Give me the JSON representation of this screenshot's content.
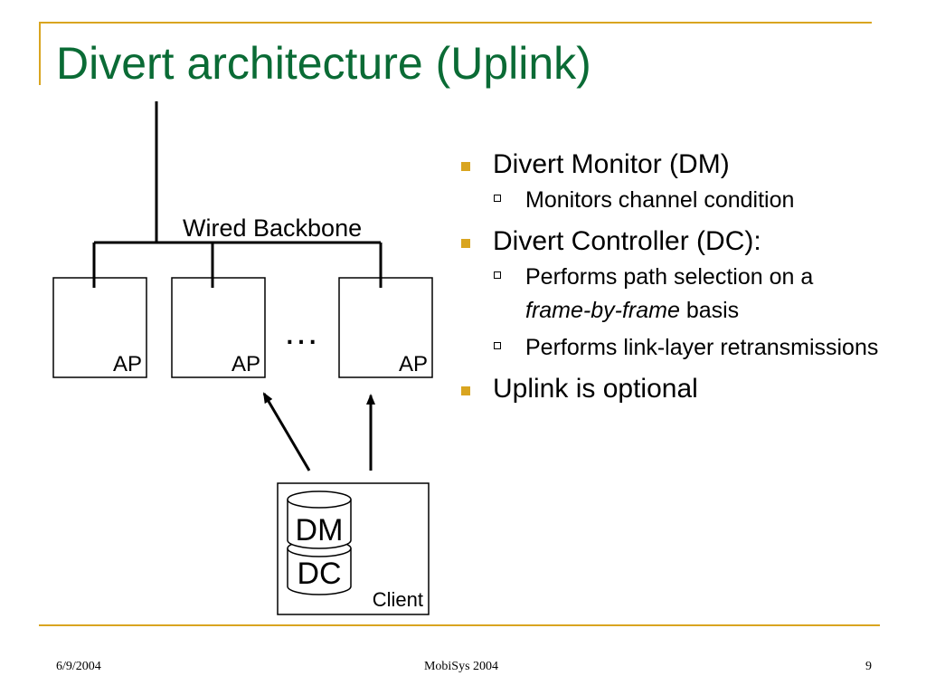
{
  "slide": {
    "title": "Divert architecture (Uplink)",
    "accent_color": "#d9a520",
    "title_color": "#0a6b35"
  },
  "diagram": {
    "backbone_label": "Wired Backbone",
    "ap_labels": [
      "AP",
      "AP",
      "AP"
    ],
    "ellipsis": "…",
    "client": {
      "label": "Client",
      "dm_label": "DM",
      "dc_label": "DC"
    }
  },
  "bullets": [
    {
      "text": "Divert Monitor (DM)",
      "sub": [
        {
          "text": "Monitors channel condition"
        }
      ]
    },
    {
      "text": "Divert Controller (DC):",
      "sub": [
        {
          "text": "Performs path selection on a",
          "emph": "frame-by-frame",
          "after": " basis"
        },
        {
          "text": "Performs link-layer retransmissions"
        }
      ]
    },
    {
      "text": "Uplink is optional",
      "sub": []
    }
  ],
  "footer": {
    "date": "6/9/2004",
    "conference": "MobiSys 2004",
    "page": "9"
  }
}
